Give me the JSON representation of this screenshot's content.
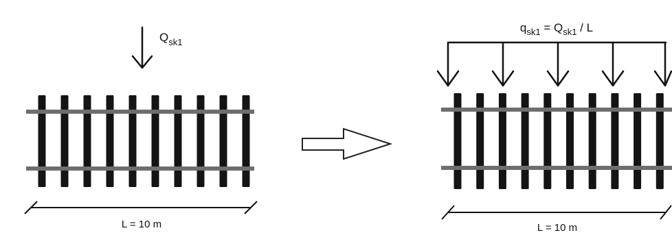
{
  "left_panel": {
    "load_symbol": "Q",
    "load_subscript": "sk1",
    "span_label": "L = 10 m"
  },
  "right_panel": {
    "distributed_label_symbol": "q",
    "distributed_label_subscript": "sk1",
    "distributed_label_equals": " = ",
    "distributed_label_rhs_symbol": "Q",
    "distributed_label_rhs_subscript": "sk1",
    "distributed_label_divisor": " / L",
    "span_label": "L = 10 m"
  },
  "colors": {
    "ink": "#111111",
    "tie": "#141414",
    "rail": "#6e6e6e",
    "background": "#ffffff"
  }
}
